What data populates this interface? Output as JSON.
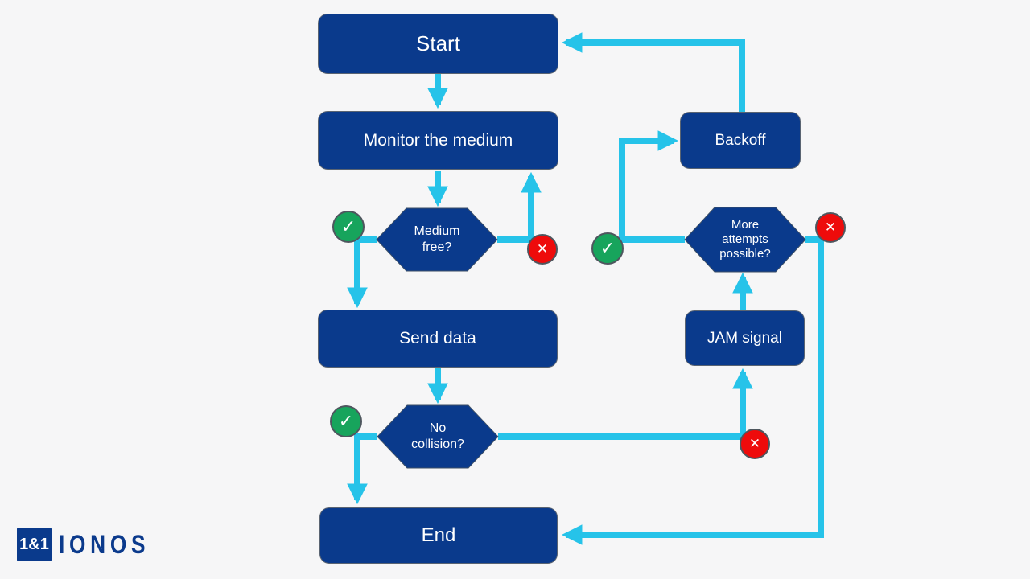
{
  "diagram": {
    "type": "flowchart",
    "topic": "CSMA/CD media access procedure",
    "nodes": {
      "start": {
        "label": "Start"
      },
      "monitor": {
        "label": "Monitor the medium"
      },
      "medium_free": {
        "line1": "Medium",
        "line2": "free?"
      },
      "send_data": {
        "label": "Send data"
      },
      "no_collision": {
        "line1": "No",
        "line2": "collision?"
      },
      "end": {
        "label": "End"
      },
      "backoff": {
        "label": "Backoff"
      },
      "jam_signal": {
        "label": "JAM signal"
      },
      "more_attempts": {
        "line1": "More",
        "line2": "attempts",
        "line3": "possible?"
      }
    },
    "edges": [
      "start -> monitor",
      "monitor -> medium_free",
      "medium_free -yes-> send_data",
      "medium_free -no-> monitor",
      "send_data -> no_collision",
      "no_collision -yes-> end",
      "no_collision -no-> jam_signal",
      "jam_signal -> more_attempts",
      "more_attempts -yes-> backoff",
      "backoff -> start",
      "more_attempts -no-> end"
    ],
    "badges": {
      "yes_glyph": "✓",
      "no_glyph": "✕"
    },
    "colors": {
      "node_blue": "#0a3a8c",
      "connector_cyan": "#26c3e9",
      "yes_green": "#17a45c",
      "no_red": "#ee0b0b",
      "background": "#f6f6f7",
      "text": "#ffffff"
    }
  },
  "logo": {
    "square_text": "1&1",
    "brand_text": "IONOS"
  }
}
